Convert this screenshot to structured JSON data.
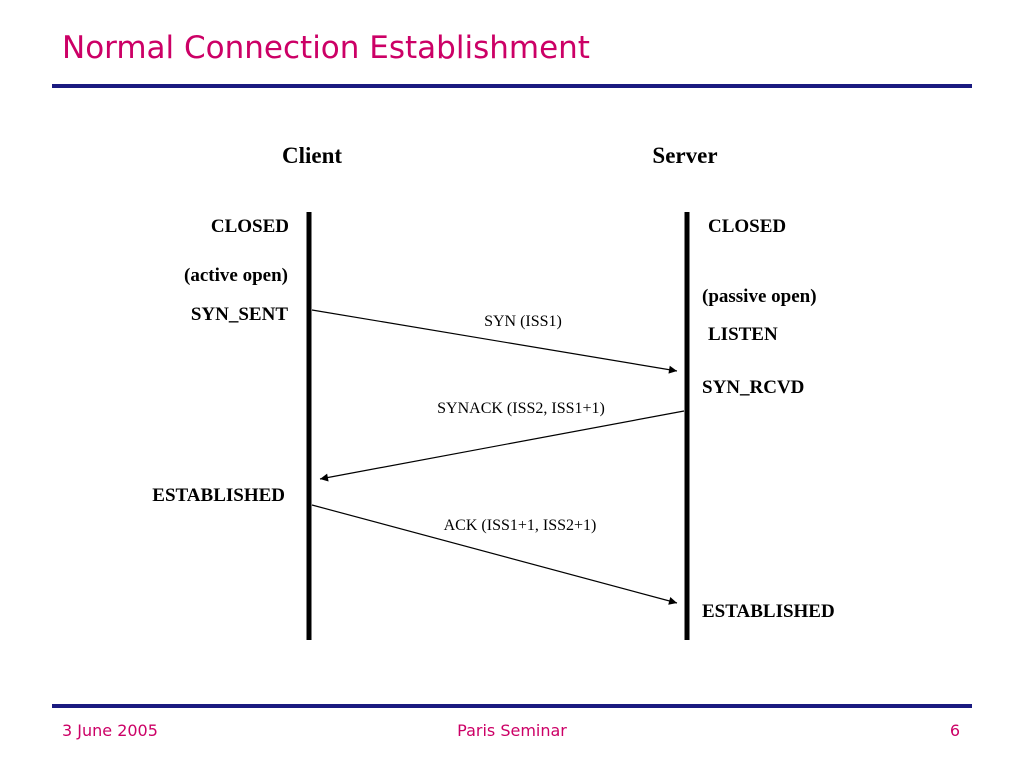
{
  "slide": {
    "title": "Normal Connection Establishment",
    "footer": {
      "date": "3 June 2005",
      "center": "Paris Seminar",
      "page": "6"
    }
  },
  "diagram": {
    "client": {
      "label": "Client",
      "states": {
        "closed": "CLOSED",
        "active_open": "(active open)",
        "syn_sent": "SYN_SENT",
        "established": "ESTABLISHED"
      }
    },
    "server": {
      "label": "Server",
      "states": {
        "closed": "CLOSED",
        "passive_open": "(passive open)",
        "listen": "LISTEN",
        "syn_rcvd": "SYN_RCVD",
        "established": "ESTABLISHED"
      }
    },
    "messages": {
      "syn": "SYN (ISS1)",
      "synack": "SYNACK (ISS2,  ISS1+1)",
      "ack": "ACK (ISS1+1, ISS2+1)"
    }
  },
  "colors": {
    "title": "#cc0066",
    "rule": "#1a1a80",
    "line": "#000000"
  }
}
